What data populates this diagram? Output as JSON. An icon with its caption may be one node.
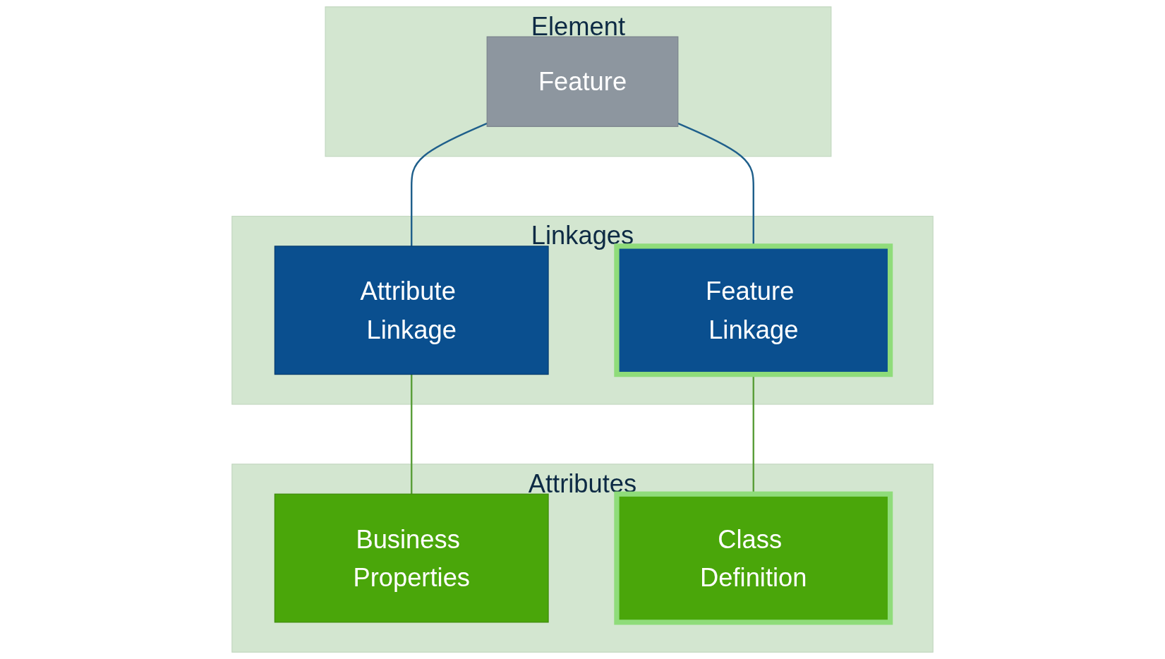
{
  "diagram": {
    "nodes": [
      {
        "text": [
          "Element"
        ]
      },
      {
        "text": [
          "Feature"
        ],
        "in": 0
      },
      {
        "text": [
          "Linkages"
        ]
      },
      {
        "text": [
          "Attribute Linkage"
        ],
        "in": 2
      },
      {
        "text": [
          "Feature Linkage"
        ],
        "in": 2
      },
      {
        "text": [
          "Attributes"
        ]
      },
      {
        "text": [
          "Business Properties"
        ],
        "in": 5
      },
      {
        "text": [
          "Class Definition"
        ],
        "in": 5
      }
    ],
    "edges": [
      {
        "from": 1,
        "to": 3,
        "arrow": "none"
      },
      {
        "from": 1,
        "to": 4,
        "arrow": "none"
      },
      {
        "from": 3,
        "to": 6,
        "arrow": "none",
        "color": "#5a9e3a"
      },
      {
        "from": 4,
        "to": 7,
        "arrow": "none",
        "color": "#5a9e3a"
      }
    ]
  }
}
